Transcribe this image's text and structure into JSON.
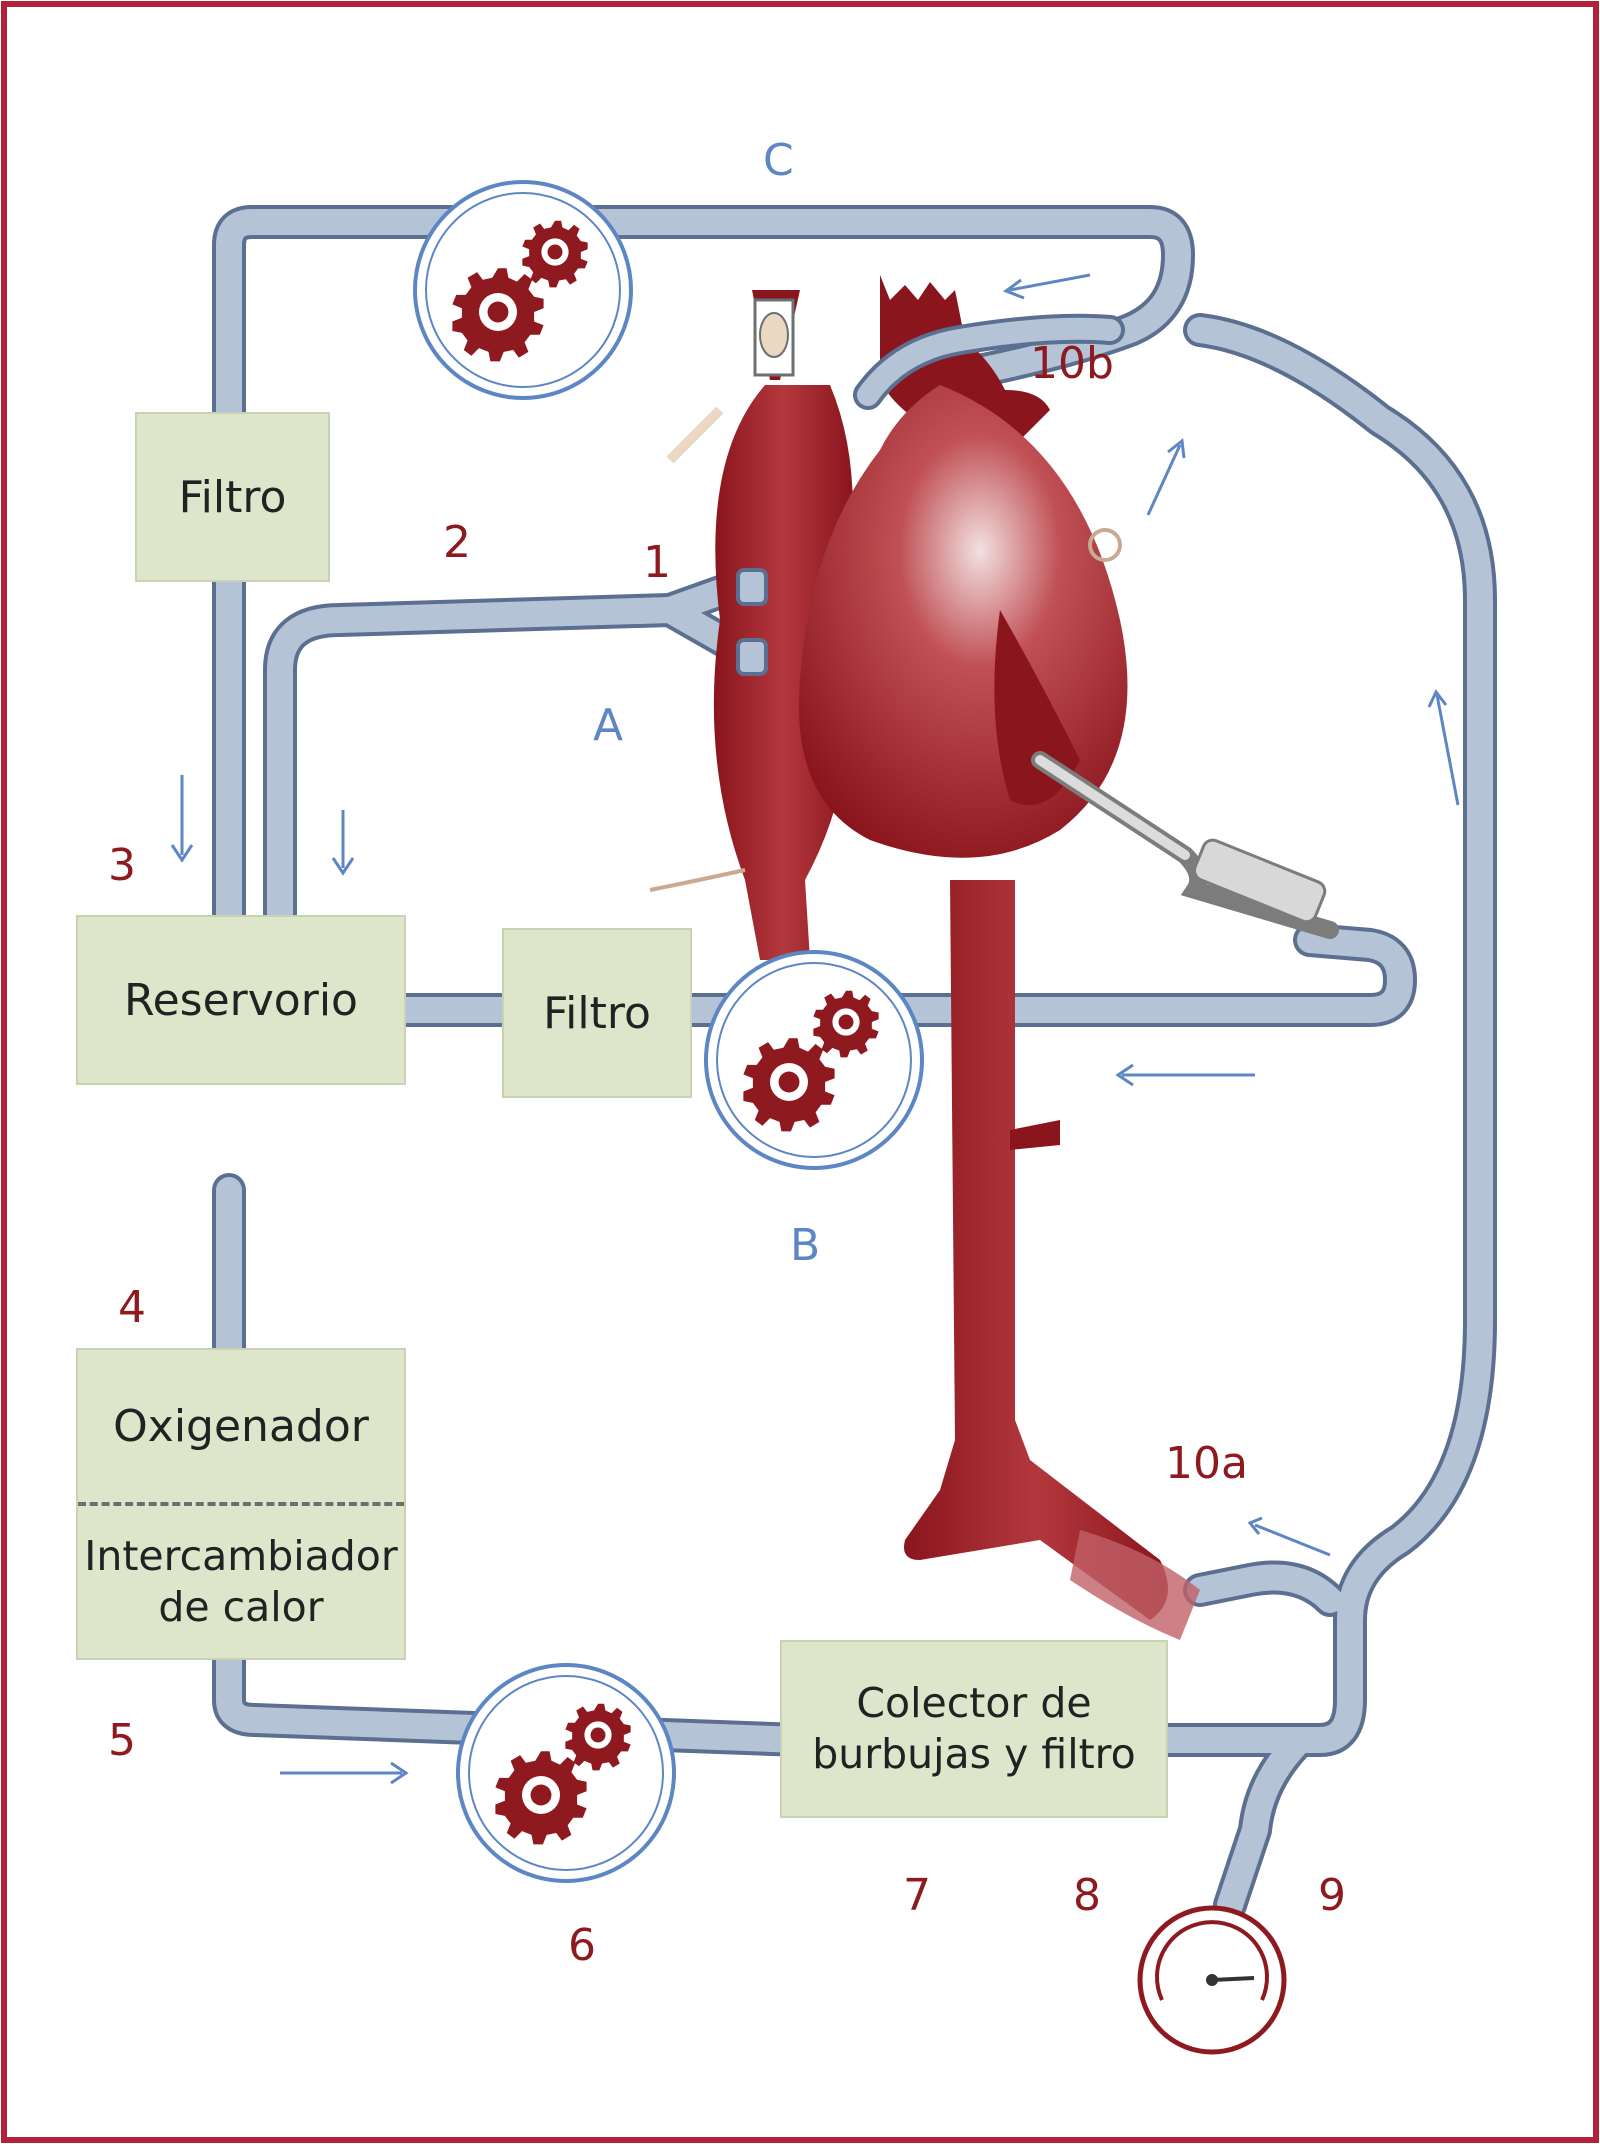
{
  "colors": {
    "frame": "#b0233a",
    "tube": "#b5c3d6",
    "tube_edge": "#5b6f91",
    "box_fill": "#dde5cb",
    "heart": "#9b1c22",
    "number_label": "#8e1a1f",
    "letter_label": "#5d86c4",
    "pump_ring": "#5d86c4",
    "gear": "#8e1a1f"
  },
  "boxes": {
    "filter_top": "Filtro",
    "reservoir": "Reservorio",
    "filter_mid": "Filtro",
    "oxygenator": "Oxigenador",
    "heat_exchanger_l1": "Intercambiador",
    "heat_exchanger_l2": "de calor",
    "bubble_l1": "Colector de",
    "bubble_l2": "burbujas y filtro"
  },
  "numbers": {
    "n1": "1",
    "n2": "2",
    "n3": "3",
    "n4": "4",
    "n5": "5",
    "n6": "6",
    "n7": "7",
    "n8": "8",
    "n9": "9",
    "n10a": "10a",
    "n10b": "10b"
  },
  "letters": {
    "a": "A",
    "b": "B",
    "c": "C"
  },
  "icons": [
    "gear-pump-icon",
    "pressure-gauge-icon",
    "flow-arrow-icon",
    "heart-illustration",
    "cannula-icon"
  ]
}
